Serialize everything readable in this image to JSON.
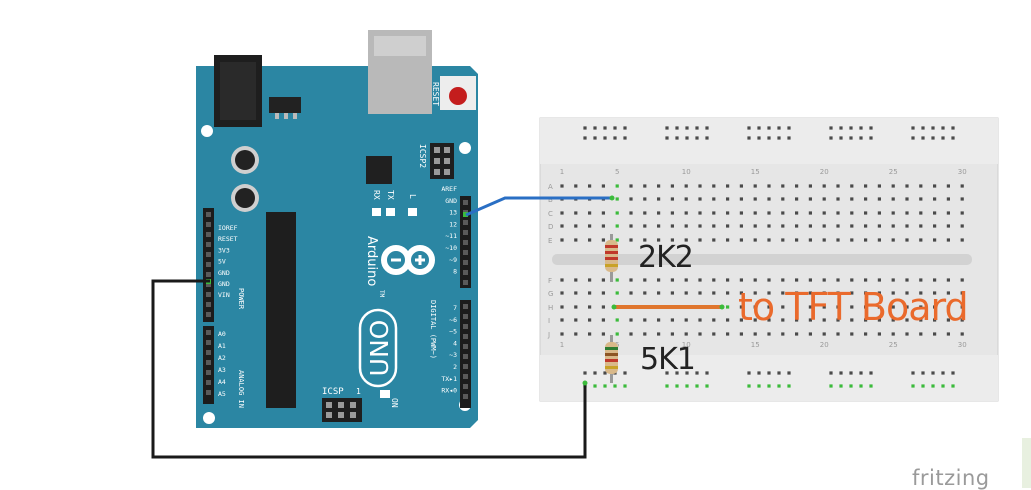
{
  "arduino": {
    "reset": "RESET",
    "icsp2": "ICSP2",
    "icsp": "ICSP",
    "l": "L",
    "tx": "TX",
    "rx": "RX",
    "on": "ON",
    "one": "1",
    "brand": "Arduino",
    "tm": "TM",
    "model": "UNO",
    "power_label": "POWER",
    "analog_label": "ANALOG IN",
    "digital_label": "DIGITAL (PWM~)",
    "left_pins": [
      "IOREF",
      "RESET",
      "3V3",
      "5V",
      "GND",
      "GND",
      "VIN"
    ],
    "analog_pins": [
      "A0",
      "A1",
      "A2",
      "A3",
      "A4",
      "A5"
    ],
    "digital_pins_top": [
      "AREF",
      "GND",
      "13",
      "12",
      "~11",
      "~10",
      "~9",
      "8"
    ],
    "digital_pins_bottom": [
      "7",
      "~6",
      "~5",
      "4",
      "~3",
      "2",
      "TX▸1",
      "RX◂0"
    ]
  },
  "breadboard": {
    "col_numbers": [
      "1",
      "5",
      "10",
      "15",
      "20",
      "25",
      "30"
    ],
    "rows_top": [
      "A",
      "B",
      "C",
      "D",
      "E"
    ],
    "rows_bottom": [
      "F",
      "G",
      "H",
      "I",
      "J"
    ]
  },
  "labels": {
    "r1": "2K2",
    "r2": "5K1",
    "tft": "to TFT Board",
    "fritzing": "fritzing"
  },
  "colors": {
    "board": "#2b86a3",
    "wire_blue": "#2a6fc4",
    "wire_black": "#1a1a1a",
    "wire_orange": "#e0762e",
    "dot_green": "#3bbb3b"
  }
}
